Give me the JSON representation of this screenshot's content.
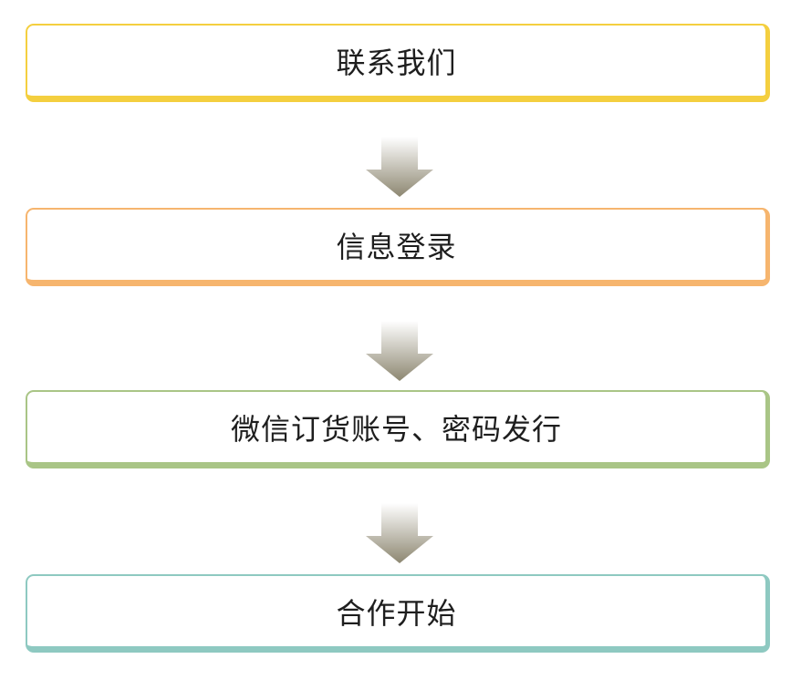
{
  "steps": [
    {
      "label": "联系我们",
      "color": "#f4cf3f"
    },
    {
      "label": "信息登录",
      "color": "#f6b56e"
    },
    {
      "label": "微信订货账号、密码发行",
      "color": "#a9c586"
    },
    {
      "label": "合作开始",
      "color": "#8ec9c1"
    }
  ],
  "arrow_icon": "arrow-down-icon",
  "arrow_color": "#8d8771"
}
